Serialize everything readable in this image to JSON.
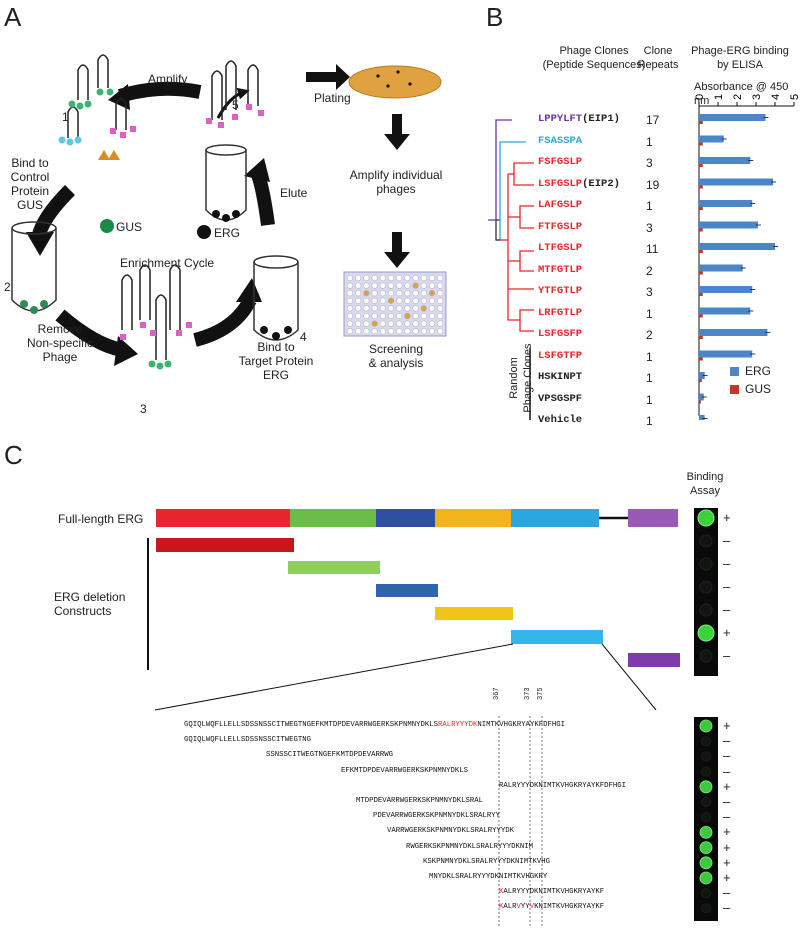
{
  "panelA": {
    "letter": "A",
    "labels": {
      "amplify": "Amplify",
      "plating": "Plating",
      "bind_control": "Bind to\nControl\nProtein\nGUS",
      "gus": "GUS",
      "erg": "ERG",
      "elute": "Elute",
      "enrichment": "Enrichment Cycle",
      "remove": "Remove\nNon-specific\nPhage",
      "bind_target": "Bind to\nTarget Protein\nERG",
      "amplify_individual": "Amplify individual\nphages",
      "screening": "Screening\n& analysis",
      "step1": "1",
      "step2": "2",
      "step3": "3",
      "step4": "4",
      "step5": "5"
    }
  },
  "panelB": {
    "letter": "B",
    "header_clones": "Phage Clones\n(Peptide Sequences)",
    "header_repeats": "Clone\nRepeats",
    "header_binding": "Phage-ERG binding\nby ELISA",
    "axis_title": "Absorbance @ 450 nm",
    "axis_ticks": [
      "0",
      "1",
      "2",
      "3",
      "4",
      "5"
    ],
    "random_label": "Random\nPhage Clones",
    "legend": [
      {
        "name": "ERG",
        "color": "#4a86c8"
      },
      {
        "name": "GUS",
        "color": "#c0392b"
      }
    ],
    "clones": [
      {
        "seq": "LPPYLFT",
        "suffix": "(EIP1)",
        "repeats": "17",
        "color": "#7030a0",
        "erg": 3.5,
        "gus": 0.2
      },
      {
        "seq": "FSASSPA",
        "suffix": "",
        "repeats": "1",
        "color": "#2aa7d8",
        "erg": 1.3,
        "gus": 0.2
      },
      {
        "seq": "FSFGSLP",
        "suffix": "",
        "repeats": "3",
        "color": "#e8262d",
        "erg": 2.7,
        "gus": 0.2
      },
      {
        "seq": "LSFGSLP",
        "suffix": "(EIP2)",
        "repeats": "19",
        "color": "#e8262d",
        "erg": 3.9,
        "gus": 0.2
      },
      {
        "seq": "LAFGSLP",
        "suffix": "",
        "repeats": "1",
        "color": "#e8262d",
        "erg": 2.8,
        "gus": 0.2
      },
      {
        "seq": "FTFGSLP",
        "suffix": "",
        "repeats": "3",
        "color": "#e8262d",
        "erg": 3.1,
        "gus": 0.2
      },
      {
        "seq": "LTFGSLP",
        "suffix": "",
        "repeats": "11",
        "color": "#e8262d",
        "erg": 4.0,
        "gus": 0.2
      },
      {
        "seq": "MTFGTLP",
        "suffix": "",
        "repeats": "2",
        "color": "#e8262d",
        "erg": 2.3,
        "gus": 0.2
      },
      {
        "seq": "YTFGTLP",
        "suffix": "",
        "repeats": "3",
        "color": "#e8262d",
        "erg": 2.8,
        "gus": 0.2
      },
      {
        "seq": "LRFGTLP",
        "suffix": "",
        "repeats": "1",
        "color": "#e8262d",
        "erg": 2.7,
        "gus": 0.2
      },
      {
        "seq": "LSFGSFP",
        "suffix": "",
        "repeats": "2",
        "color": "#e8262d",
        "erg": 3.6,
        "gus": 0.2
      },
      {
        "seq": "LSFGTFP",
        "suffix": "",
        "repeats": "1",
        "color": "#e8262d",
        "erg": 2.8,
        "gus": 0.2
      },
      {
        "seq": "HSKINPT",
        "suffix": "",
        "repeats": "1",
        "color": "#222222",
        "erg": 0.3,
        "gus": 0.15
      },
      {
        "seq": "VPSGSPF",
        "suffix": "",
        "repeats": "1",
        "color": "#222222",
        "erg": 0.25,
        "gus": 0.1
      },
      {
        "seq": "Vehicle",
        "suffix": "",
        "repeats": "1",
        "color": "#222222",
        "erg": 0.3,
        "gus": 0.15
      }
    ]
  },
  "panelC": {
    "letter": "C",
    "full_length": "Full-length ERG",
    "deletion": "ERG deletion\nConstructs",
    "binding_assay": "Binding\nAssay",
    "domain_colors": [
      "#e8262d",
      "#6abd45",
      "#2e4fa3",
      "#f5b31b",
      "#2aa7e0",
      "#8e44ad"
    ],
    "construct_results": [
      "+",
      "–",
      "–",
      "–",
      "–",
      "+",
      "–"
    ],
    "positions": [
      "367",
      "373",
      "375"
    ],
    "peptides": [
      {
        "pre": "GQIQLWQFLLELLSDSSNSSCITWEGTNGEFKMTDPDEVARRWGERKSKPNMNYDKLS",
        "red": "RALRYYYDK",
        "post": "NIMTKVHGKRYAYKFDFHGI",
        "result": "+"
      },
      {
        "pre": "GQIQLWQFLLELLSDSSNSSCITWEGTNG",
        "red": "",
        "post": "",
        "result": "–"
      },
      {
        "pre": "SSNSSCITWEGTNGEFKMTDPDEVARRWG",
        "red": "",
        "post": "",
        "result": "–"
      },
      {
        "pre": "EFKMTDPDEVARRWGERKSKPNMNYDKLS",
        "red": "",
        "post": "",
        "result": "–"
      },
      {
        "pre": "RALRYYYDKNIMTKVHGKRYAYKFDFHGI",
        "red": "",
        "post": "",
        "result": "+"
      },
      {
        "pre": "MTDPDEVARRWGERKSKPNMNYDKLSRAL",
        "red": "",
        "post": "",
        "result": "–"
      },
      {
        "pre": "PDEVARRWGERKSKPNMNYDKLSRALRYY",
        "red": "",
        "post": "",
        "result": "–"
      },
      {
        "pre": "VARRWGERKSKPNMNYDKLSRALRYYYDK",
        "red": "",
        "post": "",
        "result": "+"
      },
      {
        "pre": "RWGERKSKPNMNYDKLSRALRYYYDKNIM",
        "red": "",
        "post": "",
        "result": "+"
      },
      {
        "pre": "KSKPNMNYDKLSRALRYYYDKNIMTKVHG",
        "red": "",
        "post": "",
        "result": "+"
      },
      {
        "pre": "MNYDKLSRALRYYYDKNIMTKVHGKRY",
        "red": "",
        "post": "",
        "result": "+"
      },
      {
        "pre": "",
        "red": "K",
        "post": "ALRYYYDKNIMTKVHGKRYAYKF",
        "result": "–"
      },
      {
        "pre": "",
        "red": "K",
        "post": "ALR",
        "red2": "V",
        "post2": "YY",
        "red3": "V",
        "post3": "KNIMTKVHGKRYAYKF",
        "result": "–"
      }
    ]
  }
}
